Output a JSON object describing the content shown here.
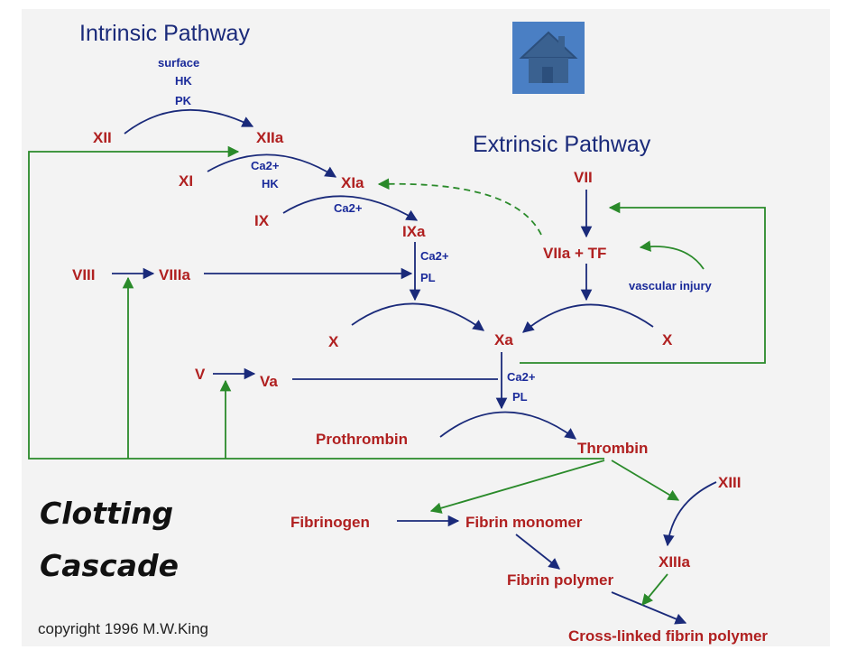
{
  "titles": {
    "intrinsic": "Intrinsic Pathway",
    "extrinsic": "Extrinsic Pathway"
  },
  "caption": {
    "line1": "Clotting",
    "line2": "Cascade"
  },
  "copyright": "copyright 1996 M.W.King",
  "home_button": {
    "icon": "home-icon"
  },
  "factors": {
    "xii": "XII",
    "xiia": "XIIa",
    "xi": "XI",
    "xia": "XIa",
    "ix": "IX",
    "ixa": "IXa",
    "viii": "VIII",
    "viiia": "VIIIa",
    "vii": "VII",
    "viia_tf": "VIIa + TF",
    "x_left": "X",
    "xa": "Xa",
    "x_right": "X",
    "v": "V",
    "va": "Va",
    "prothrombin": "Prothrombin",
    "thrombin": "Thrombin",
    "fibrinogen": "Fibrinogen",
    "fibrin_monomer": "Fibrin monomer",
    "fibrin_polymer": "Fibrin polymer",
    "xiii": "XIII",
    "xiiia": "XIIIa",
    "crosslinked": "Cross-linked fibrin polymer"
  },
  "cofactors": {
    "surface": "surface",
    "hk1": "HK",
    "pk": "PK",
    "ca1": "Ca2+",
    "hk2": "HK",
    "ca2": "Ca2+",
    "ca3": "Ca2+",
    "pl1": "PL",
    "ca4": "Ca2+",
    "pl2": "PL",
    "vascular_injury": "vascular injury"
  },
  "colors": {
    "factor_text": "#b02020",
    "cofactor_text": "#1a2a9a",
    "title_text": "#1a2a7a",
    "arrow_blue": "#1a2a7a",
    "feedback_green": "#2a8a2a",
    "home_button_bg": "#4a7fc4"
  }
}
